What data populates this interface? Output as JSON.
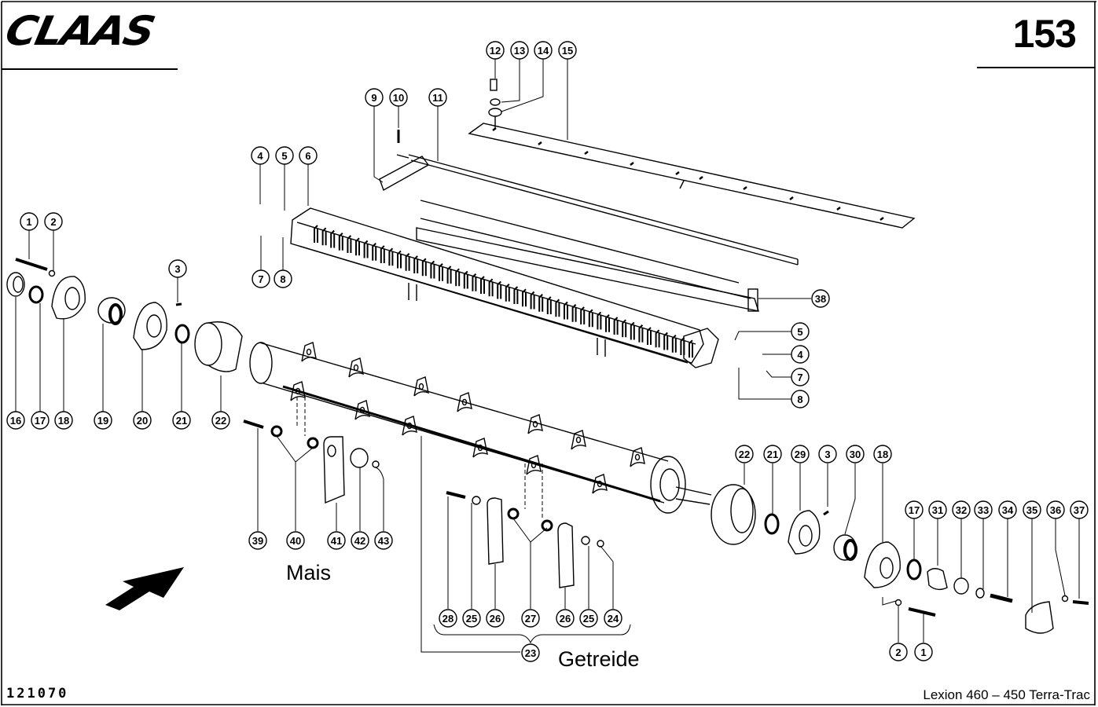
{
  "header": {
    "brand": "CLAAS",
    "page_number": "153"
  },
  "footer": {
    "drawing_number": "121070",
    "model": "Lexion 460 – 450 Terra-Trac"
  },
  "labels": {
    "mais": "Mais",
    "getreide": "Getreide"
  },
  "callouts": [
    {
      "id": "c1a",
      "num": "1"
    },
    {
      "id": "c2a",
      "num": "2"
    },
    {
      "id": "c3a",
      "num": "3"
    },
    {
      "id": "c4a",
      "num": "4"
    },
    {
      "id": "c5a",
      "num": "5"
    },
    {
      "id": "c6",
      "num": "6"
    },
    {
      "id": "c7a",
      "num": "7"
    },
    {
      "id": "c8a",
      "num": "8"
    },
    {
      "id": "c9",
      "num": "9"
    },
    {
      "id": "c10",
      "num": "10"
    },
    {
      "id": "c11",
      "num": "11"
    },
    {
      "id": "c12",
      "num": "12"
    },
    {
      "id": "c13",
      "num": "13"
    },
    {
      "id": "c14",
      "num": "14"
    },
    {
      "id": "c15",
      "num": "15"
    },
    {
      "id": "c16",
      "num": "16"
    },
    {
      "id": "c17a",
      "num": "17"
    },
    {
      "id": "c18a",
      "num": "18"
    },
    {
      "id": "c19",
      "num": "19"
    },
    {
      "id": "c20",
      "num": "20"
    },
    {
      "id": "c21a",
      "num": "21"
    },
    {
      "id": "c22a",
      "num": "22"
    },
    {
      "id": "c38",
      "num": "38"
    },
    {
      "id": "c5b",
      "num": "5"
    },
    {
      "id": "c4b",
      "num": "4"
    },
    {
      "id": "c7b",
      "num": "7"
    },
    {
      "id": "c8b",
      "num": "8"
    },
    {
      "id": "c39",
      "num": "39"
    },
    {
      "id": "c40",
      "num": "40"
    },
    {
      "id": "c41",
      "num": "41"
    },
    {
      "id": "c42",
      "num": "42"
    },
    {
      "id": "c43",
      "num": "43"
    },
    {
      "id": "c22b",
      "num": "22"
    },
    {
      "id": "c21b",
      "num": "21"
    },
    {
      "id": "c29",
      "num": "29"
    },
    {
      "id": "c3b",
      "num": "3"
    },
    {
      "id": "c30",
      "num": "30"
    },
    {
      "id": "c18b",
      "num": "18"
    },
    {
      "id": "c17b",
      "num": "17"
    },
    {
      "id": "c31",
      "num": "31"
    },
    {
      "id": "c32",
      "num": "32"
    },
    {
      "id": "c33",
      "num": "33"
    },
    {
      "id": "c34",
      "num": "34"
    },
    {
      "id": "c35",
      "num": "35"
    },
    {
      "id": "c36",
      "num": "36"
    },
    {
      "id": "c37",
      "num": "37"
    },
    {
      "id": "c28",
      "num": "28"
    },
    {
      "id": "c25a",
      "num": "25"
    },
    {
      "id": "c26a",
      "num": "26"
    },
    {
      "id": "c27",
      "num": "27"
    },
    {
      "id": "c26b",
      "num": "26"
    },
    {
      "id": "c25b",
      "num": "25"
    },
    {
      "id": "c24",
      "num": "24"
    },
    {
      "id": "c23",
      "num": "23"
    },
    {
      "id": "c2b",
      "num": "2"
    },
    {
      "id": "c1b",
      "num": "1"
    }
  ]
}
